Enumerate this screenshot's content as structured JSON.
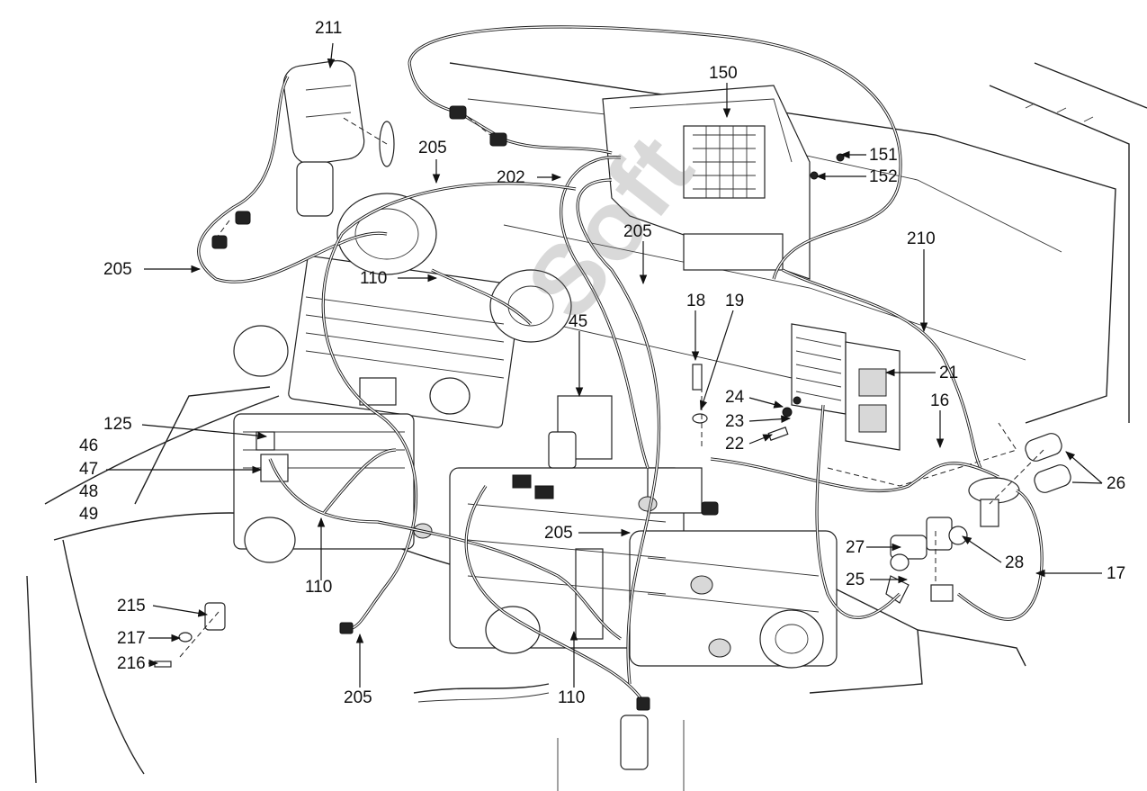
{
  "diagram": {
    "callouts": [
      {
        "id": "c211",
        "text": "211"
      },
      {
        "id": "c150",
        "text": "150"
      },
      {
        "id": "c151",
        "text": "151"
      },
      {
        "id": "c152",
        "text": "152"
      },
      {
        "id": "c205a",
        "text": "205"
      },
      {
        "id": "c202",
        "text": "202"
      },
      {
        "id": "c205b",
        "text": "205"
      },
      {
        "id": "c210",
        "text": "210"
      },
      {
        "id": "c205c",
        "text": "205"
      },
      {
        "id": "c110a",
        "text": "110"
      },
      {
        "id": "c18",
        "text": "18"
      },
      {
        "id": "c19",
        "text": "19"
      },
      {
        "id": "c45",
        "text": "45"
      },
      {
        "id": "c21",
        "text": "21"
      },
      {
        "id": "c24",
        "text": "24"
      },
      {
        "id": "c23",
        "text": "23"
      },
      {
        "id": "c22",
        "text": "22"
      },
      {
        "id": "c16",
        "text": "16"
      },
      {
        "id": "c125",
        "text": "125"
      },
      {
        "id": "c46",
        "text": "46"
      },
      {
        "id": "c47",
        "text": "47"
      },
      {
        "id": "c48",
        "text": "48"
      },
      {
        "id": "c49",
        "text": "49"
      },
      {
        "id": "c26",
        "text": "26"
      },
      {
        "id": "c205d",
        "text": "205"
      },
      {
        "id": "c27",
        "text": "27"
      },
      {
        "id": "c28",
        "text": "28"
      },
      {
        "id": "c110b",
        "text": "110"
      },
      {
        "id": "c17",
        "text": "17"
      },
      {
        "id": "c25",
        "text": "25"
      },
      {
        "id": "c215",
        "text": "215"
      },
      {
        "id": "c217",
        "text": "217"
      },
      {
        "id": "c216",
        "text": "216"
      },
      {
        "id": "c205e",
        "text": "205"
      },
      {
        "id": "c110c",
        "text": "110"
      }
    ],
    "watermark": "Soft"
  }
}
